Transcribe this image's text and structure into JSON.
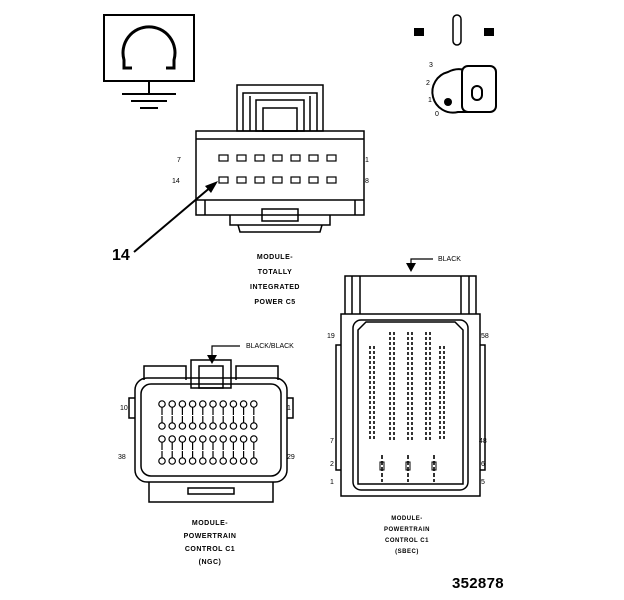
{
  "ground_symbol": {
    "icon": "ground-symbol-icon"
  },
  "ignition_key": {
    "icon": "ignition-key-icon",
    "positions": [
      "3",
      "2",
      "1",
      "0"
    ]
  },
  "callout": {
    "number": "14"
  },
  "connector_c5": {
    "pin_labels": {
      "top_left": "7",
      "top_right": "1",
      "bottom_left": "14",
      "bottom_right": "8"
    },
    "caption": [
      "MODULE-",
      "TOTALLY",
      "INTEGRATED",
      "POWER C5"
    ]
  },
  "connector_c1_ngc": {
    "color_label": "BLACK/BLACK",
    "pin_labels": {
      "top_left": "10",
      "top_right": "1",
      "bottom_left": "38",
      "bottom_right": "29"
    },
    "caption": [
      "MODULE-",
      "POWERTRAIN",
      "CONTROL C1",
      "(NGC)"
    ]
  },
  "connector_c1_sbec": {
    "color_label": "BLACK",
    "pin_labels": {
      "left": [
        "19",
        "7",
        "2",
        "1"
      ],
      "right": [
        "58",
        "48",
        "6",
        "5"
      ]
    },
    "caption": [
      "MODULE-",
      "POWERTRAIN",
      "CONTROL C1",
      "(SBEC)"
    ]
  },
  "figure_number": "352878"
}
